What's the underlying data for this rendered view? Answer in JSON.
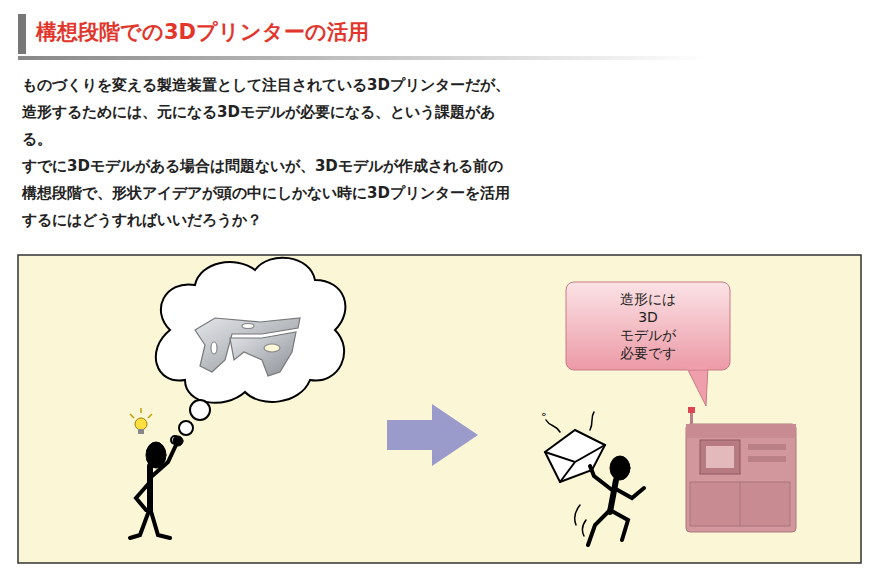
{
  "diagram": {
    "title": "構想段階での3Dプリンターの活用",
    "nodes": [
      {
        "text": [
          "造形には 3D モデルが 必要です"
        ]
      }
    ],
    "labels": [
      "ものづくりを変える製造装置として注目されている3Dプリンターだが、造形するためには、元になる3Dモデルが必要になる、という課題がある。",
      "すでに3Dモデルがある場合は問題ないが、3Dモデルが作成される前の構想段階で、形状アイデアが頭の中にしかない時に3Dプリンターを活用するにはどうすればいいだろうか？"
    ]
  }
}
